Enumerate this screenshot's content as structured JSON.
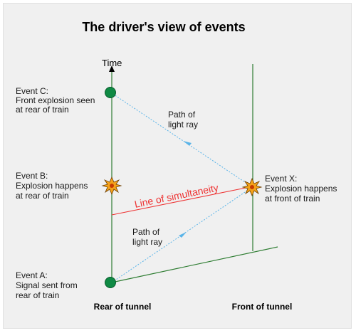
{
  "title": "The driver's view of events",
  "axis_label": "Time",
  "event_c": {
    "line1": "Event C:",
    "line2": "Front explosion seen",
    "line3": "at rear of train"
  },
  "event_b": {
    "line1": "Event B:",
    "line2": "Explosion happens",
    "line3": "at rear of train"
  },
  "event_a": {
    "line1": "Event A:",
    "line2": "Signal sent from",
    "line3": "rear of train"
  },
  "event_x": {
    "line1": "Event X:",
    "line2": "Explosion happens",
    "line3": "at front of train"
  },
  "ray_upper": {
    "line1": "Path of",
    "line2": "light ray"
  },
  "ray_lower": {
    "line1": "Path of",
    "line2": "light ray"
  },
  "simultaneity_label": "Line of simultaneity",
  "rear_tunnel_label": "Rear of tunnel",
  "front_tunnel_label": "Front of tunnel",
  "colors": {
    "worldline": "#2e7d32",
    "event_dot": "#0f8a44",
    "light_ray": "#5ab4e8",
    "simultaneity": "#ee3333",
    "explosion": "#f4a21a"
  }
}
